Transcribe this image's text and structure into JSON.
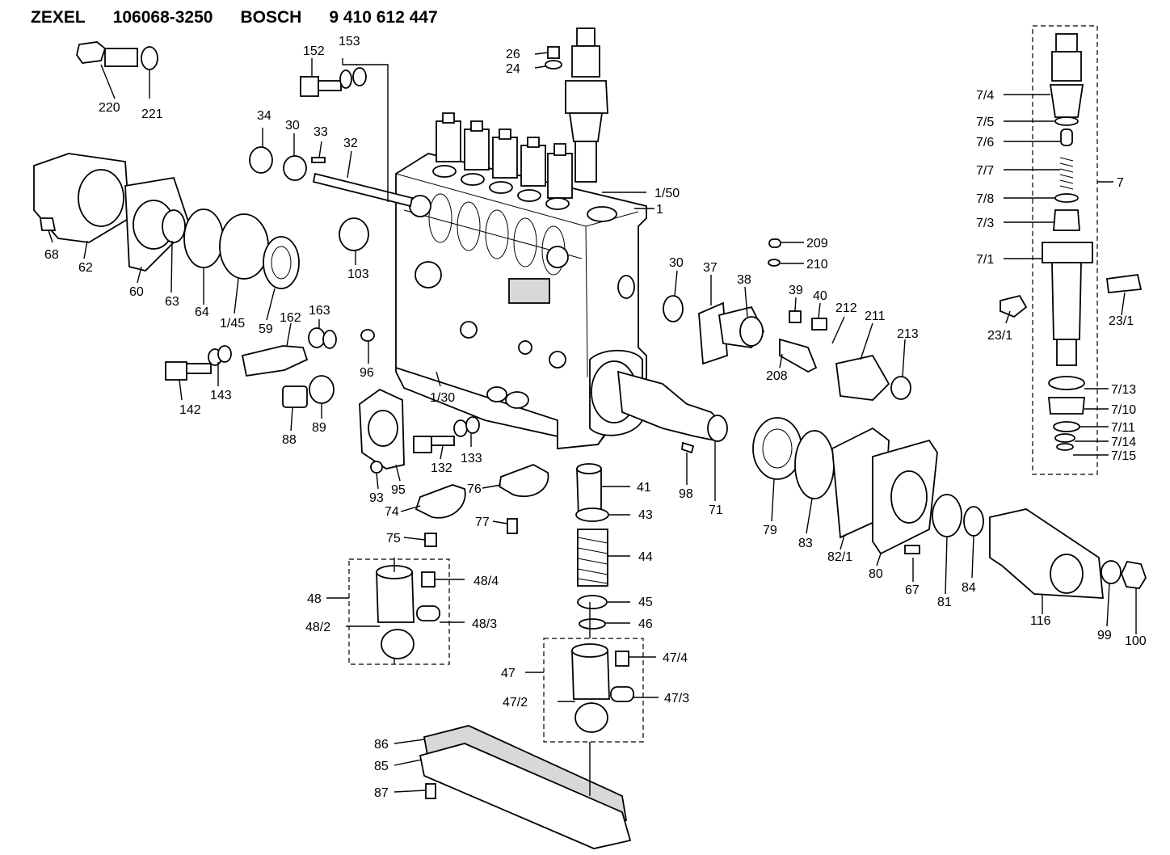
{
  "header": {
    "brand1": "ZEXEL",
    "num1": "106068-3250",
    "brand2": "BOSCH",
    "num2": "9 410 612 447"
  },
  "labels": {
    "l220": "220",
    "l221": "221",
    "l152": "152",
    "l153": "153",
    "l26": "26",
    "l24": "24",
    "l34": "34",
    "l30a": "30",
    "l33": "33",
    "l32": "32",
    "l68": "68",
    "l62": "62",
    "l60": "60",
    "l63": "63",
    "l64": "64",
    "l145": "1/45",
    "l59": "59",
    "l103": "103",
    "l150": "1/50",
    "l1": "1",
    "l162": "162",
    "l163": "163",
    "l142": "142",
    "l143": "143",
    "l96": "96",
    "l88": "88",
    "l89": "89",
    "l130": "1/30",
    "l95": "95",
    "l93": "93",
    "l132": "132",
    "l133": "133",
    "l74": "74",
    "l76": "76",
    "l77": "77",
    "l75": "75",
    "l41": "41",
    "l43": "43",
    "l44": "44",
    "l45": "45",
    "l46": "46",
    "l48": "48",
    "l484": "48/4",
    "l482": "48/2",
    "l483": "48/3",
    "l47": "47",
    "l474": "47/4",
    "l472": "47/2",
    "l473": "47/3",
    "l86": "86",
    "l85": "85",
    "l87": "87",
    "l30b": "30",
    "l37": "37",
    "l38": "38",
    "l209": "209",
    "l210": "210",
    "l39": "39",
    "l40": "40",
    "l212": "212",
    "l211": "211",
    "l213": "213",
    "l208": "208",
    "l98": "98",
    "l71": "71",
    "l79": "79",
    "l83": "83",
    "l821": "82/1",
    "l80": "80",
    "l67": "67",
    "l81": "81",
    "l84": "84",
    "l116": "116",
    "l99": "99",
    "l100": "100",
    "l74b": "7/4",
    "l75b": "7/5",
    "l76b": "7/6",
    "l77b": "7/7",
    "l78b": "7/8",
    "l73b": "7/3",
    "l71b": "7/1",
    "l7": "7",
    "l231a": "23/1",
    "l231b": "23/1",
    "l713": "7/13",
    "l710": "7/10",
    "l711": "7/11",
    "l714": "7/14",
    "l715": "7/15"
  }
}
